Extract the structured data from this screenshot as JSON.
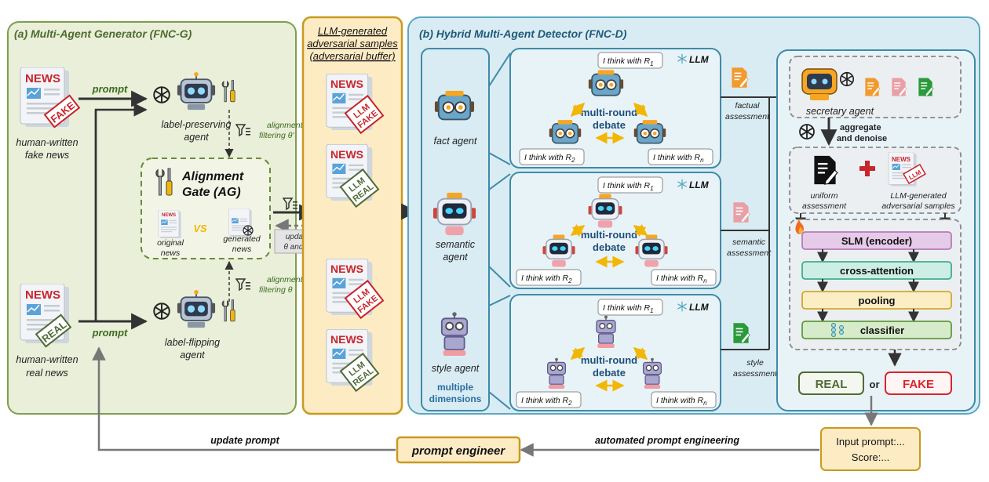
{
  "panel_a": {
    "title": "(a) Multi-Agent Generator (FNC-G)",
    "prompt_top": "prompt",
    "prompt_bottom": "prompt",
    "fake_source": [
      "human-written",
      "fake news"
    ],
    "real_source": [
      "human-written",
      "real news"
    ],
    "label_preserving_agent": [
      "label-preserving",
      "agent"
    ],
    "label_flipping_agent": [
      "label-flipping",
      "agent"
    ],
    "alignment_filter_top": [
      "alignment",
      "filtering θ'"
    ],
    "alignment_filter_bottom": [
      "alignment",
      "filtering θ"
    ],
    "gate_title": [
      "Alignment",
      "Gate (AG)"
    ],
    "original_news": [
      "original",
      "news"
    ],
    "generated_news": [
      "generated",
      "news"
    ],
    "vs": "VS",
    "update": [
      "update",
      "θ and θ'"
    ]
  },
  "buffer": {
    "title": [
      "LLM-generated",
      "adversarial samples",
      "(adversarial buffer)"
    ]
  },
  "doc_labels": {
    "news": "NEWS",
    "fake": "FAKE",
    "real": "REAL",
    "llm": "LLM"
  },
  "panel_b": {
    "title": "(b) Hybrid Multi-Agent Detector (FNC-D)",
    "fact_agent": "fact agent",
    "semantic_agent": [
      "semantic",
      "agent"
    ],
    "style_agent": "style agent",
    "multiple_dimensions": [
      "multiple",
      "dimensions"
    ],
    "llm_tag": "LLM",
    "debate": [
      "multi-round",
      "debate"
    ],
    "i_think": "I think with R",
    "sub_1": "1",
    "sub_2": "2",
    "sub_n": "n",
    "factual_assessment": [
      "factual",
      "assessment"
    ],
    "semantic_assessment": [
      "semantic",
      "assessment"
    ],
    "style_assessment": [
      "style",
      "assessment"
    ],
    "secretary_agent": "secretary agent",
    "aggregate": [
      "aggregate",
      "and denoise"
    ],
    "uniform_assessment": [
      "uniform",
      "assessment"
    ],
    "adv_samples": [
      "LLM-generated",
      "adversarial samples"
    ],
    "slm": "SLM (encoder)",
    "cross_attention": "cross-attention",
    "pooling": "pooling",
    "classifier": "classifier",
    "real": "REAL",
    "or": "or",
    "fake": "FAKE"
  },
  "bottom": {
    "input_prompt": "Input prompt:...",
    "score": "Score:...",
    "automated": "automated prompt engineering",
    "prompt_engineer": "prompt engineer",
    "update_prompt": "update prompt"
  },
  "colors": {
    "panel_a_bg": "#e9efd9",
    "panel_a_border": "#7f9e4d",
    "buffer_bg": "#fdebc4",
    "buffer_border": "#c89a1e",
    "panel_b_bg": "#d9ecf3",
    "panel_b_border": "#5aa7c2",
    "fake_red": "#c8252c",
    "real_green": "#4f6b34",
    "slm": "#e6cbe8",
    "cross_attention": "#cdeee4",
    "pooling": "#fbeec4",
    "classifier": "#d6ebc9",
    "accent_yellow": "#f2b705"
  }
}
